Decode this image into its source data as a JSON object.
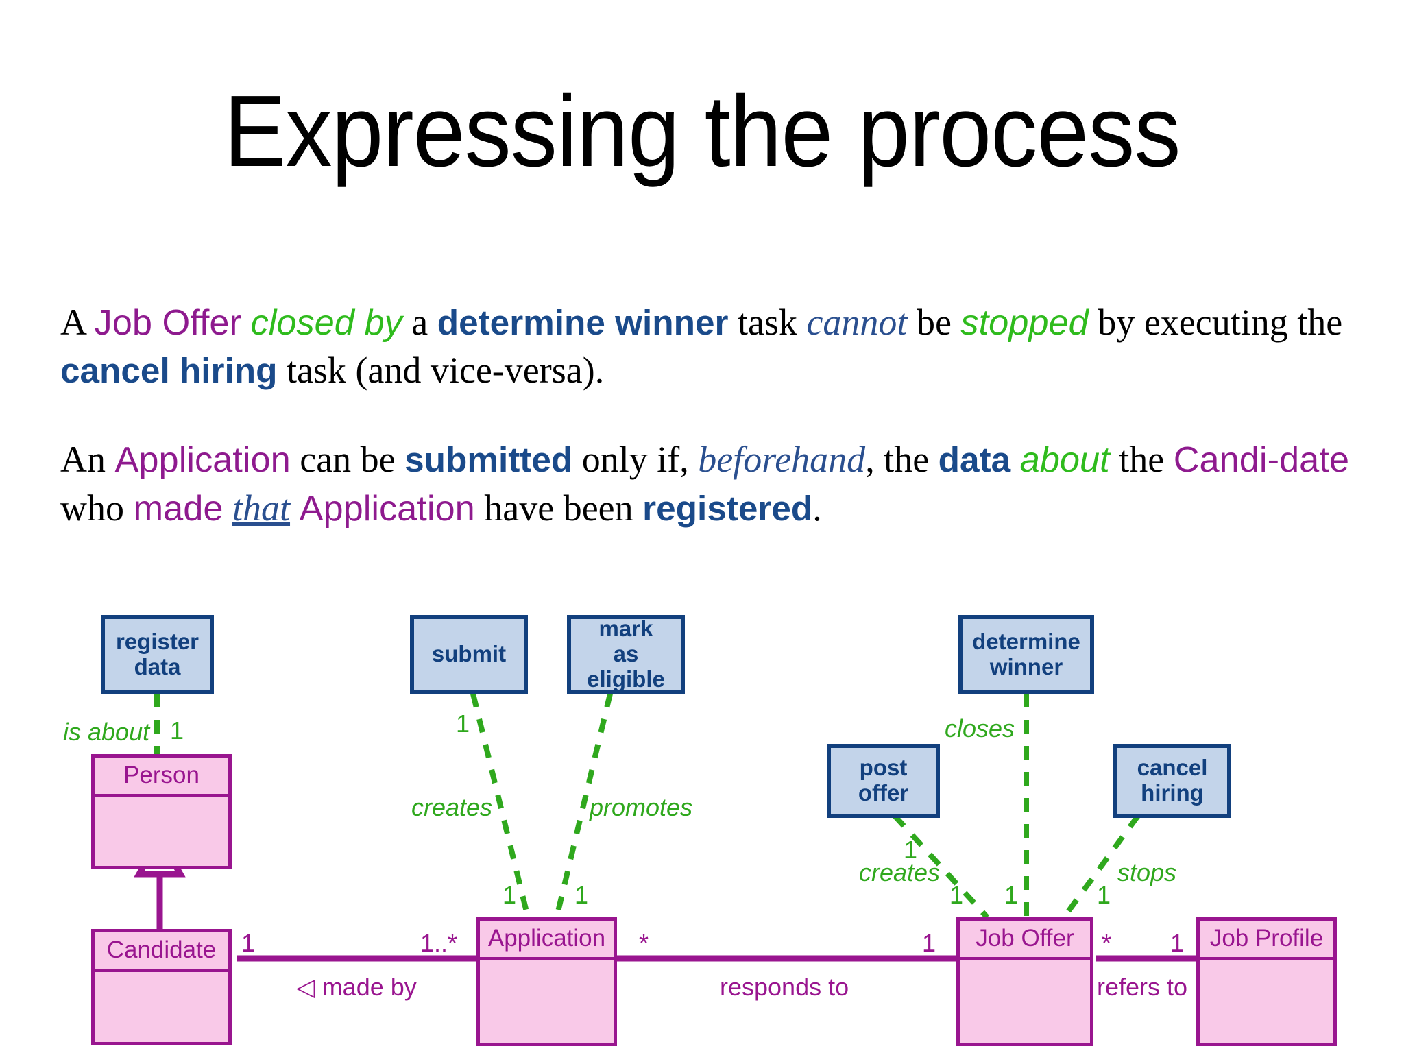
{
  "slide": {
    "title": "Expressing the process"
  },
  "paragraphs": [
    {
      "id": "p1",
      "runs": [
        {
          "text": "A ",
          "style": "serif"
        },
        {
          "text": "Job Offer",
          "style": "purple"
        },
        {
          "text": " ",
          "style": "serif"
        },
        {
          "text": "closed by",
          "style": "green-italic"
        },
        {
          "text": " a ",
          "style": "serif"
        },
        {
          "text": "determine winner",
          "style": "blue-bold"
        },
        {
          "text": " task ",
          "style": "serif"
        },
        {
          "text": "cannot",
          "style": "blue-italic"
        },
        {
          "text": " be ",
          "style": "serif"
        },
        {
          "text": "stopped",
          "style": "green-italic"
        },
        {
          "text": " by executing the ",
          "style": "serif"
        },
        {
          "text": "cancel hiring",
          "style": "blue-bold"
        },
        {
          "text": " task (and vice-versa).",
          "style": "serif"
        }
      ]
    },
    {
      "id": "p2",
      "runs": [
        {
          "text": "An ",
          "style": "serif"
        },
        {
          "text": "Application",
          "style": "purple"
        },
        {
          "text": " can be ",
          "style": "serif"
        },
        {
          "text": "submitted",
          "style": "blue-bold"
        },
        {
          "text": " only if, ",
          "style": "serif"
        },
        {
          "text": "beforehand",
          "style": "blue-italic"
        },
        {
          "text": ", the ",
          "style": "serif"
        },
        {
          "text": "data",
          "style": "blue-bold"
        },
        {
          "text": " ",
          "style": "serif"
        },
        {
          "text": "about",
          "style": "green-italic"
        },
        {
          "text": " the ",
          "style": "serif"
        },
        {
          "text": "Candi-date",
          "style": "purple"
        },
        {
          "text": " who ",
          "style": "serif"
        },
        {
          "text": "made",
          "style": "purple"
        },
        {
          "text": " ",
          "style": "serif"
        },
        {
          "text": "that",
          "style": "blue-italic-underline"
        },
        {
          "text": " ",
          "style": "serif"
        },
        {
          "text": "Application",
          "style": "purple"
        },
        {
          "text": " have been ",
          "style": "serif"
        },
        {
          "text": "registered",
          "style": "blue-bold"
        },
        {
          "text": ".",
          "style": "serif"
        }
      ]
    }
  ],
  "diagram": {
    "tasks": [
      {
        "id": "register-data",
        "label": "register data"
      },
      {
        "id": "submit",
        "label": "submit"
      },
      {
        "id": "mark-as-eligible",
        "label": "mark as eligible"
      },
      {
        "id": "determine-winner",
        "label": "determine winner"
      },
      {
        "id": "post-offer",
        "label": "post offer"
      },
      {
        "id": "cancel-hiring",
        "label": "cancel hiring"
      }
    ],
    "classes": [
      {
        "id": "person",
        "label": "Person"
      },
      {
        "id": "candidate",
        "label": "Candidate"
      },
      {
        "id": "application",
        "label": "Application"
      },
      {
        "id": "job-offer",
        "label": "Job Offer"
      },
      {
        "id": "job-profile",
        "label": "Job Profile"
      }
    ],
    "dependency_labels": [
      {
        "id": "is-about",
        "text": "is about"
      },
      {
        "id": "creates-1",
        "text": "creates"
      },
      {
        "id": "promotes",
        "text": "promotes"
      },
      {
        "id": "closes",
        "text": "closes"
      },
      {
        "id": "creates-2",
        "text": "creates"
      },
      {
        "id": "stops",
        "text": "stops"
      }
    ],
    "dependency_multiplicities": [
      {
        "id": "m-is-about-bottom",
        "text": "1"
      },
      {
        "id": "m-submit-top",
        "text": "1"
      },
      {
        "id": "m-submit-bottom",
        "text": "1"
      },
      {
        "id": "m-mark-bottom",
        "text": "1"
      },
      {
        "id": "m-postoffer-top",
        "text": "1"
      },
      {
        "id": "m-postoffer-bottom",
        "text": "1"
      },
      {
        "id": "m-closes-bottom",
        "text": "1"
      },
      {
        "id": "m-stops-bottom",
        "text": "1"
      }
    ],
    "associations": [
      {
        "id": "made-by",
        "label": "◁ made by",
        "source_mult": "1",
        "target_mult": "1..*"
      },
      {
        "id": "responds-to",
        "label": "responds to",
        "source_mult": "*",
        "target_mult": "1"
      },
      {
        "id": "refers-to",
        "label": "refers to",
        "source_mult": "*",
        "target_mult": "1"
      }
    ],
    "colors": {
      "task_fill": "#c3d4ea",
      "task_border": "#12407e",
      "class_fill": "#f9c9e8",
      "class_border": "#99158f",
      "dependency_line": "#2fa81d",
      "association_line": "#99158f"
    }
  }
}
